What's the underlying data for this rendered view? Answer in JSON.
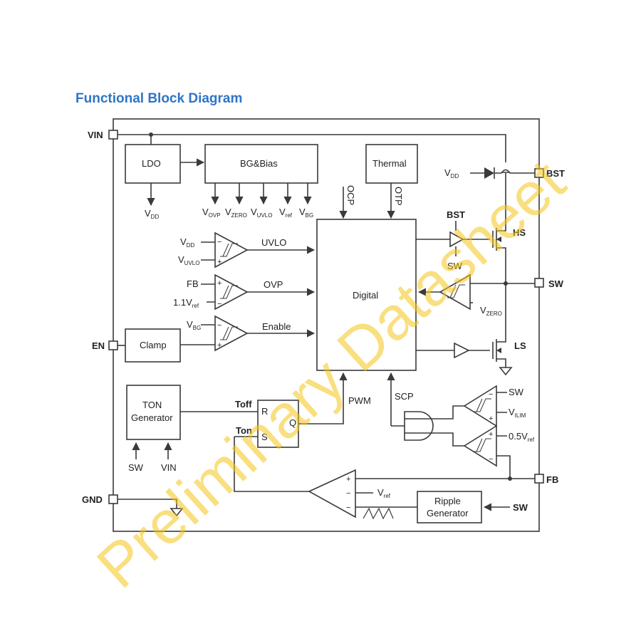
{
  "page": {
    "title": "Functional Block Diagram"
  },
  "pins": {
    "vin": "VIN",
    "en": "EN",
    "gnd": "GND",
    "bst": "BST",
    "sw": "SW",
    "fb": "FB"
  },
  "blocks": {
    "ldo": "LDO",
    "bg_bias": "BG&Bias",
    "thermal": "Thermal",
    "digital": "Digital",
    "clamp": "Clamp",
    "ton_gen_1": "TON",
    "ton_gen_2": "Generator",
    "ripple_gen_1": "Ripple",
    "ripple_gen_2": "Generator"
  },
  "signals": {
    "uvlo": "UVLO",
    "ovp": "OVP",
    "enable": "Enable",
    "ocp": "OCP",
    "otp": "OTP",
    "pwm": "PWM",
    "scp": "SCP",
    "toff": "Toff",
    "ton": "Ton",
    "r": "R",
    "s": "S",
    "q": "Q",
    "hs": "HS",
    "ls": "LS",
    "bst_label": "BST",
    "sw_label": "SW",
    "fb": "FB",
    "vref_coef_uvlo": "1.1V",
    "sw_in": "SW",
    "vin_in": "VIN",
    "sw_comp": "SW",
    "vref_half": "0.5V",
    "sw_ripple": "SW"
  },
  "sub_labels": {
    "v": "V",
    "dd": "DD",
    "ovp": "OVP",
    "zero": "ZERO",
    "uvlo": "UVLO",
    "ref": "ref",
    "bg": "BG",
    "ilim": "ILIM"
  },
  "watermark": "Preliminary Datasheet"
}
